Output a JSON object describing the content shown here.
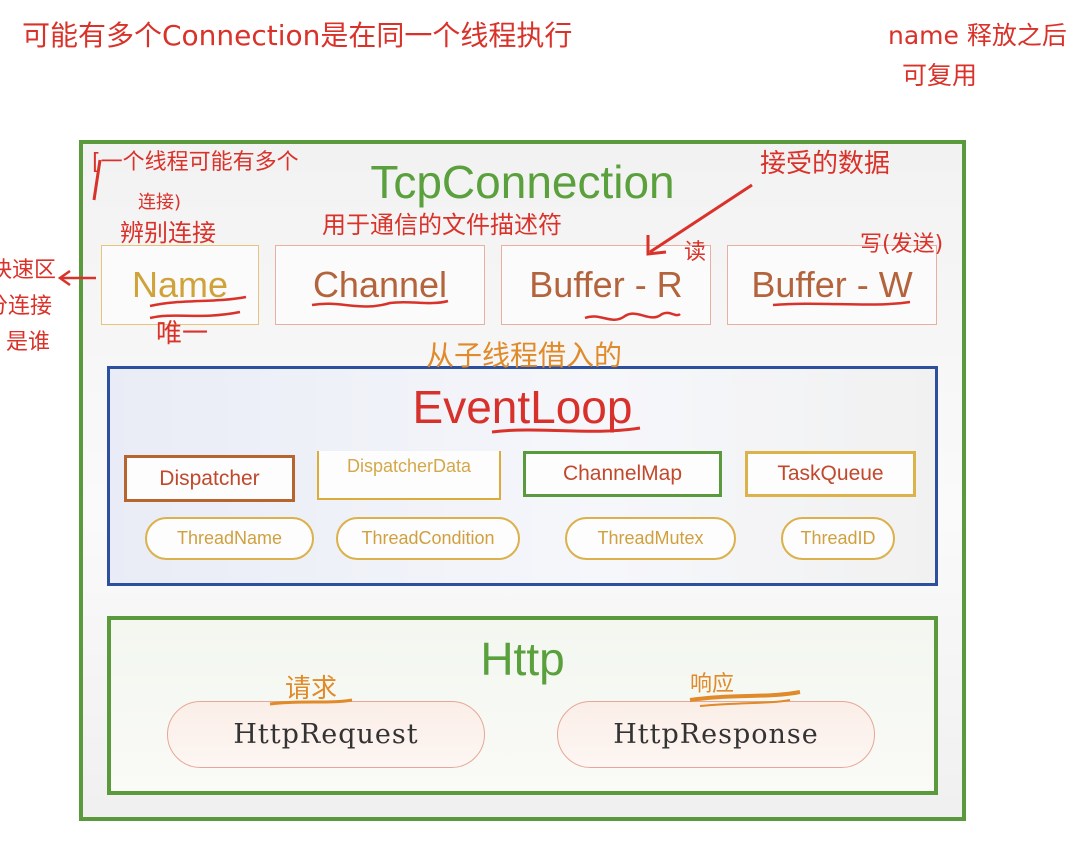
{
  "annotations": {
    "top_left": "可能有多个Connection是在同一个线程执行",
    "top_right_line1": "name 释放之后",
    "top_right_line2": "可复用",
    "one_thread_line1": "[一个线程可能有多个",
    "one_thread_line2": "连接)",
    "distinguish": "辨别连接",
    "unique": "唯一",
    "left_side_line1": "快速区",
    "left_side_line2": "分连接",
    "left_side_line3": "是谁",
    "fd_note": "用于通信的文件描述符",
    "recv_data": "接受的数据",
    "read_mark": "读",
    "write_mark": "写(发送)",
    "from_child_thread": "从子线程借入的",
    "request_mark": "请求",
    "response_mark": "响应"
  },
  "tcp": {
    "title": "TcpConnection",
    "fields": {
      "name": "Name",
      "channel": "Channel",
      "buffer_r": "Buffer - R",
      "buffer_w": "Buffer - W"
    }
  },
  "event_loop": {
    "title": "EventLoop",
    "dispatcher": "Dispatcher",
    "dispatcher_data": "DispatcherData",
    "channel_map": "ChannelMap",
    "task_queue": "TaskQueue",
    "thread_name": "ThreadName",
    "thread_condition": "ThreadCondition",
    "thread_mutex": "ThreadMutex",
    "thread_id": "ThreadID"
  },
  "http": {
    "title": "Http",
    "request": "HttpRequest",
    "response": "HttpResponse"
  },
  "colors": {
    "green_frame": "#5a9a3c",
    "blue_frame": "#2c4f9e",
    "ink_red": "#d9322a",
    "ink_orange": "#e08a2a"
  }
}
